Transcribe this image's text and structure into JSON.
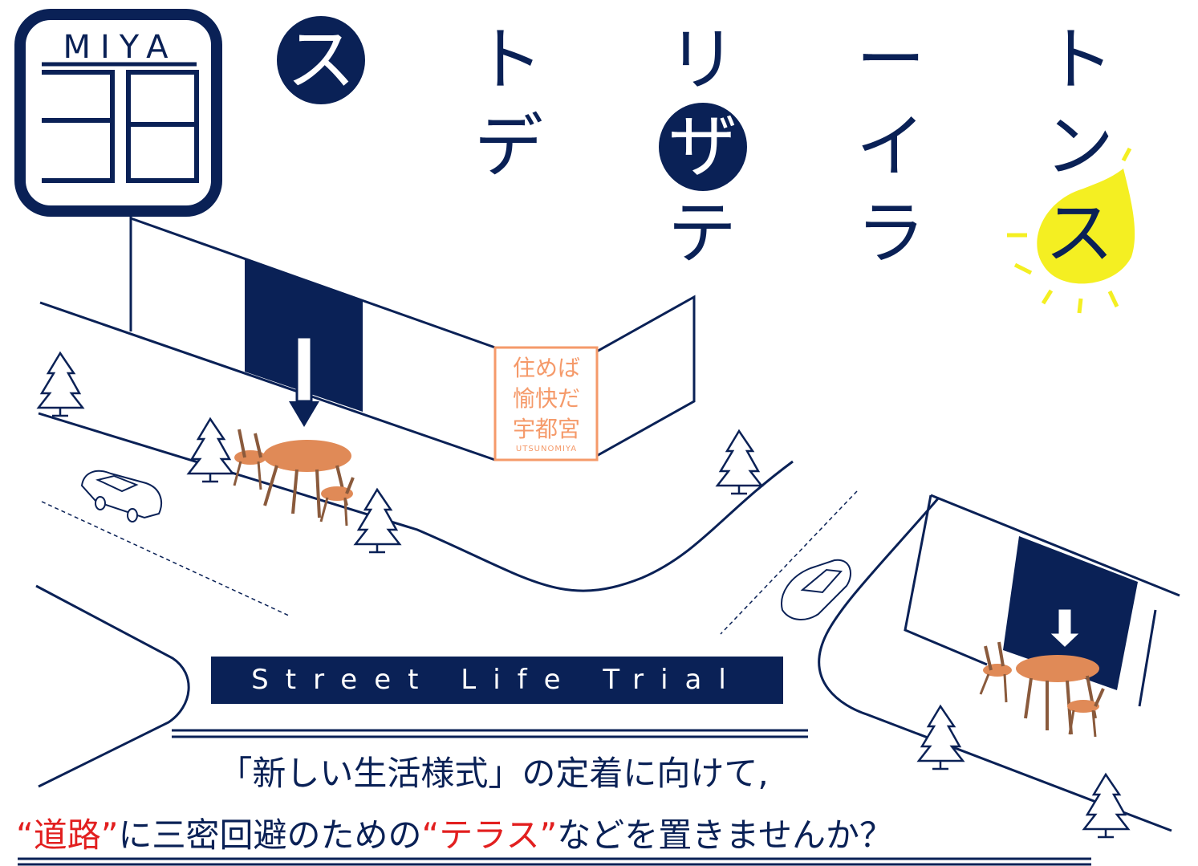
{
  "logo": {
    "text": "MIYA"
  },
  "title": {
    "columns": [
      {
        "chars": [
          "ス"
        ],
        "circled": [
          0
        ]
      },
      {
        "chars": [
          "ト",
          "デ"
        ]
      },
      {
        "chars": [
          "リ",
          "ザ",
          "テ"
        ],
        "circled": [
          1
        ]
      },
      {
        "chars": [
          "ー",
          "イ",
          "ラ"
        ]
      },
      {
        "chars": [
          "ト",
          "ン",
          "ス"
        ],
        "highlight": [
          2
        ]
      }
    ],
    "text": "ストリートデザインテラス"
  },
  "sign": {
    "line1": "住めば",
    "line2": "愉快だ",
    "line3": "宇都宮",
    "small": "UTSUNOMIYA"
  },
  "banner": {
    "text": "Street Life Trial"
  },
  "tagline": {
    "line1": "「新しい生活様式」の定着に向けて,",
    "line2_parts": [
      {
        "text": "“道路”",
        "color": "red"
      },
      {
        "text": "に三密回避のための",
        "color": "navy"
      },
      {
        "text": "“テラス”",
        "color": "red"
      },
      {
        "text": "などを置きませんか？",
        "color": "navy"
      }
    ]
  },
  "colors": {
    "navy": "#0a2156",
    "yellow": "#f4ef22",
    "red": "#e21f1f",
    "orange": "#f59a6a"
  }
}
